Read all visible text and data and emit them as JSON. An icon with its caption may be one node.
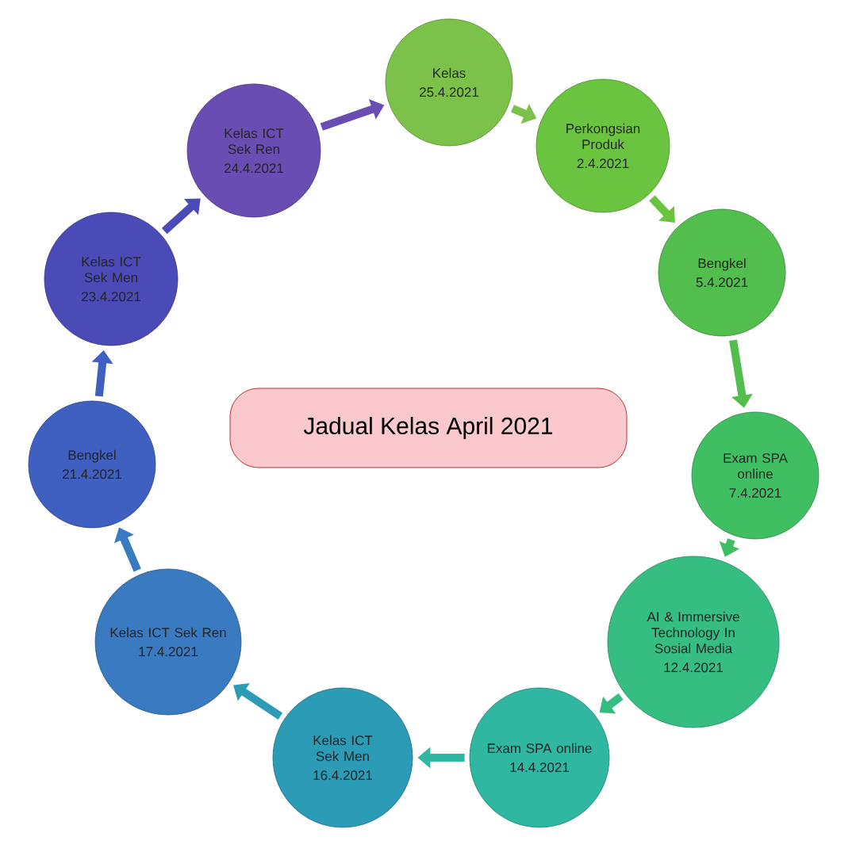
{
  "diagram": {
    "nodes": [
      {
        "text": [
          "Jadual Kelas April 2021"
        ]
      },
      {
        "text": [
          "Kelas",
          "25.4.2021"
        ]
      },
      {
        "text": [
          "Perkongsian Produk",
          "2.4.2021"
        ]
      },
      {
        "text": [
          "Bengkel",
          "5.4.2021"
        ]
      },
      {
        "text": [
          "Exam SPA online",
          "7.4.2021"
        ]
      },
      {
        "text": [
          "AI & Immersive Technology In Sosial Media",
          "12.4.2021"
        ]
      },
      {
        "text": [
          "Exam SPA online",
          "14.4.2021"
        ]
      },
      {
        "text": [
          "Kelas ICT Sek Men",
          "16.4.2021"
        ]
      },
      {
        "text": [
          "Kelas ICT Sek Ren",
          "17.4.2021"
        ]
      },
      {
        "text": [
          "Bengkel",
          "21.4.2021"
        ]
      },
      {
        "text": [
          "Kelas ICT Sek Men",
          "23.4.2021"
        ]
      },
      {
        "text": [
          "Kelas ICT Sek Ren",
          "24.4.2021"
        ]
      }
    ],
    "edges": [
      {
        "from": 11,
        "to": 1,
        "arrow": "to",
        "color": "#6a4db2"
      },
      {
        "from": 1,
        "to": 2,
        "arrow": "to",
        "color": "#7cc24a"
      },
      {
        "from": 2,
        "to": 3,
        "arrow": "to",
        "color": "#6bc43f"
      },
      {
        "from": 3,
        "to": 4,
        "arrow": "to",
        "color": "#52be4e"
      },
      {
        "from": 4,
        "to": 5,
        "arrow": "to",
        "color": "#3fbe62"
      },
      {
        "from": 5,
        "to": 6,
        "arrow": "to",
        "color": "#36bd82"
      },
      {
        "from": 6,
        "to": 7,
        "arrow": "to",
        "color": "#30b7a2"
      },
      {
        "from": 7,
        "to": 8,
        "arrow": "to",
        "color": "#2c9bb6"
      },
      {
        "from": 8,
        "to": 9,
        "arrow": "to",
        "color": "#3a7ac0"
      },
      {
        "from": 9,
        "to": 10,
        "arrow": "to",
        "color": "#3f60c0"
      },
      {
        "from": 10,
        "to": 11,
        "arrow": "to",
        "color": "#4b4bb7"
      }
    ]
  }
}
